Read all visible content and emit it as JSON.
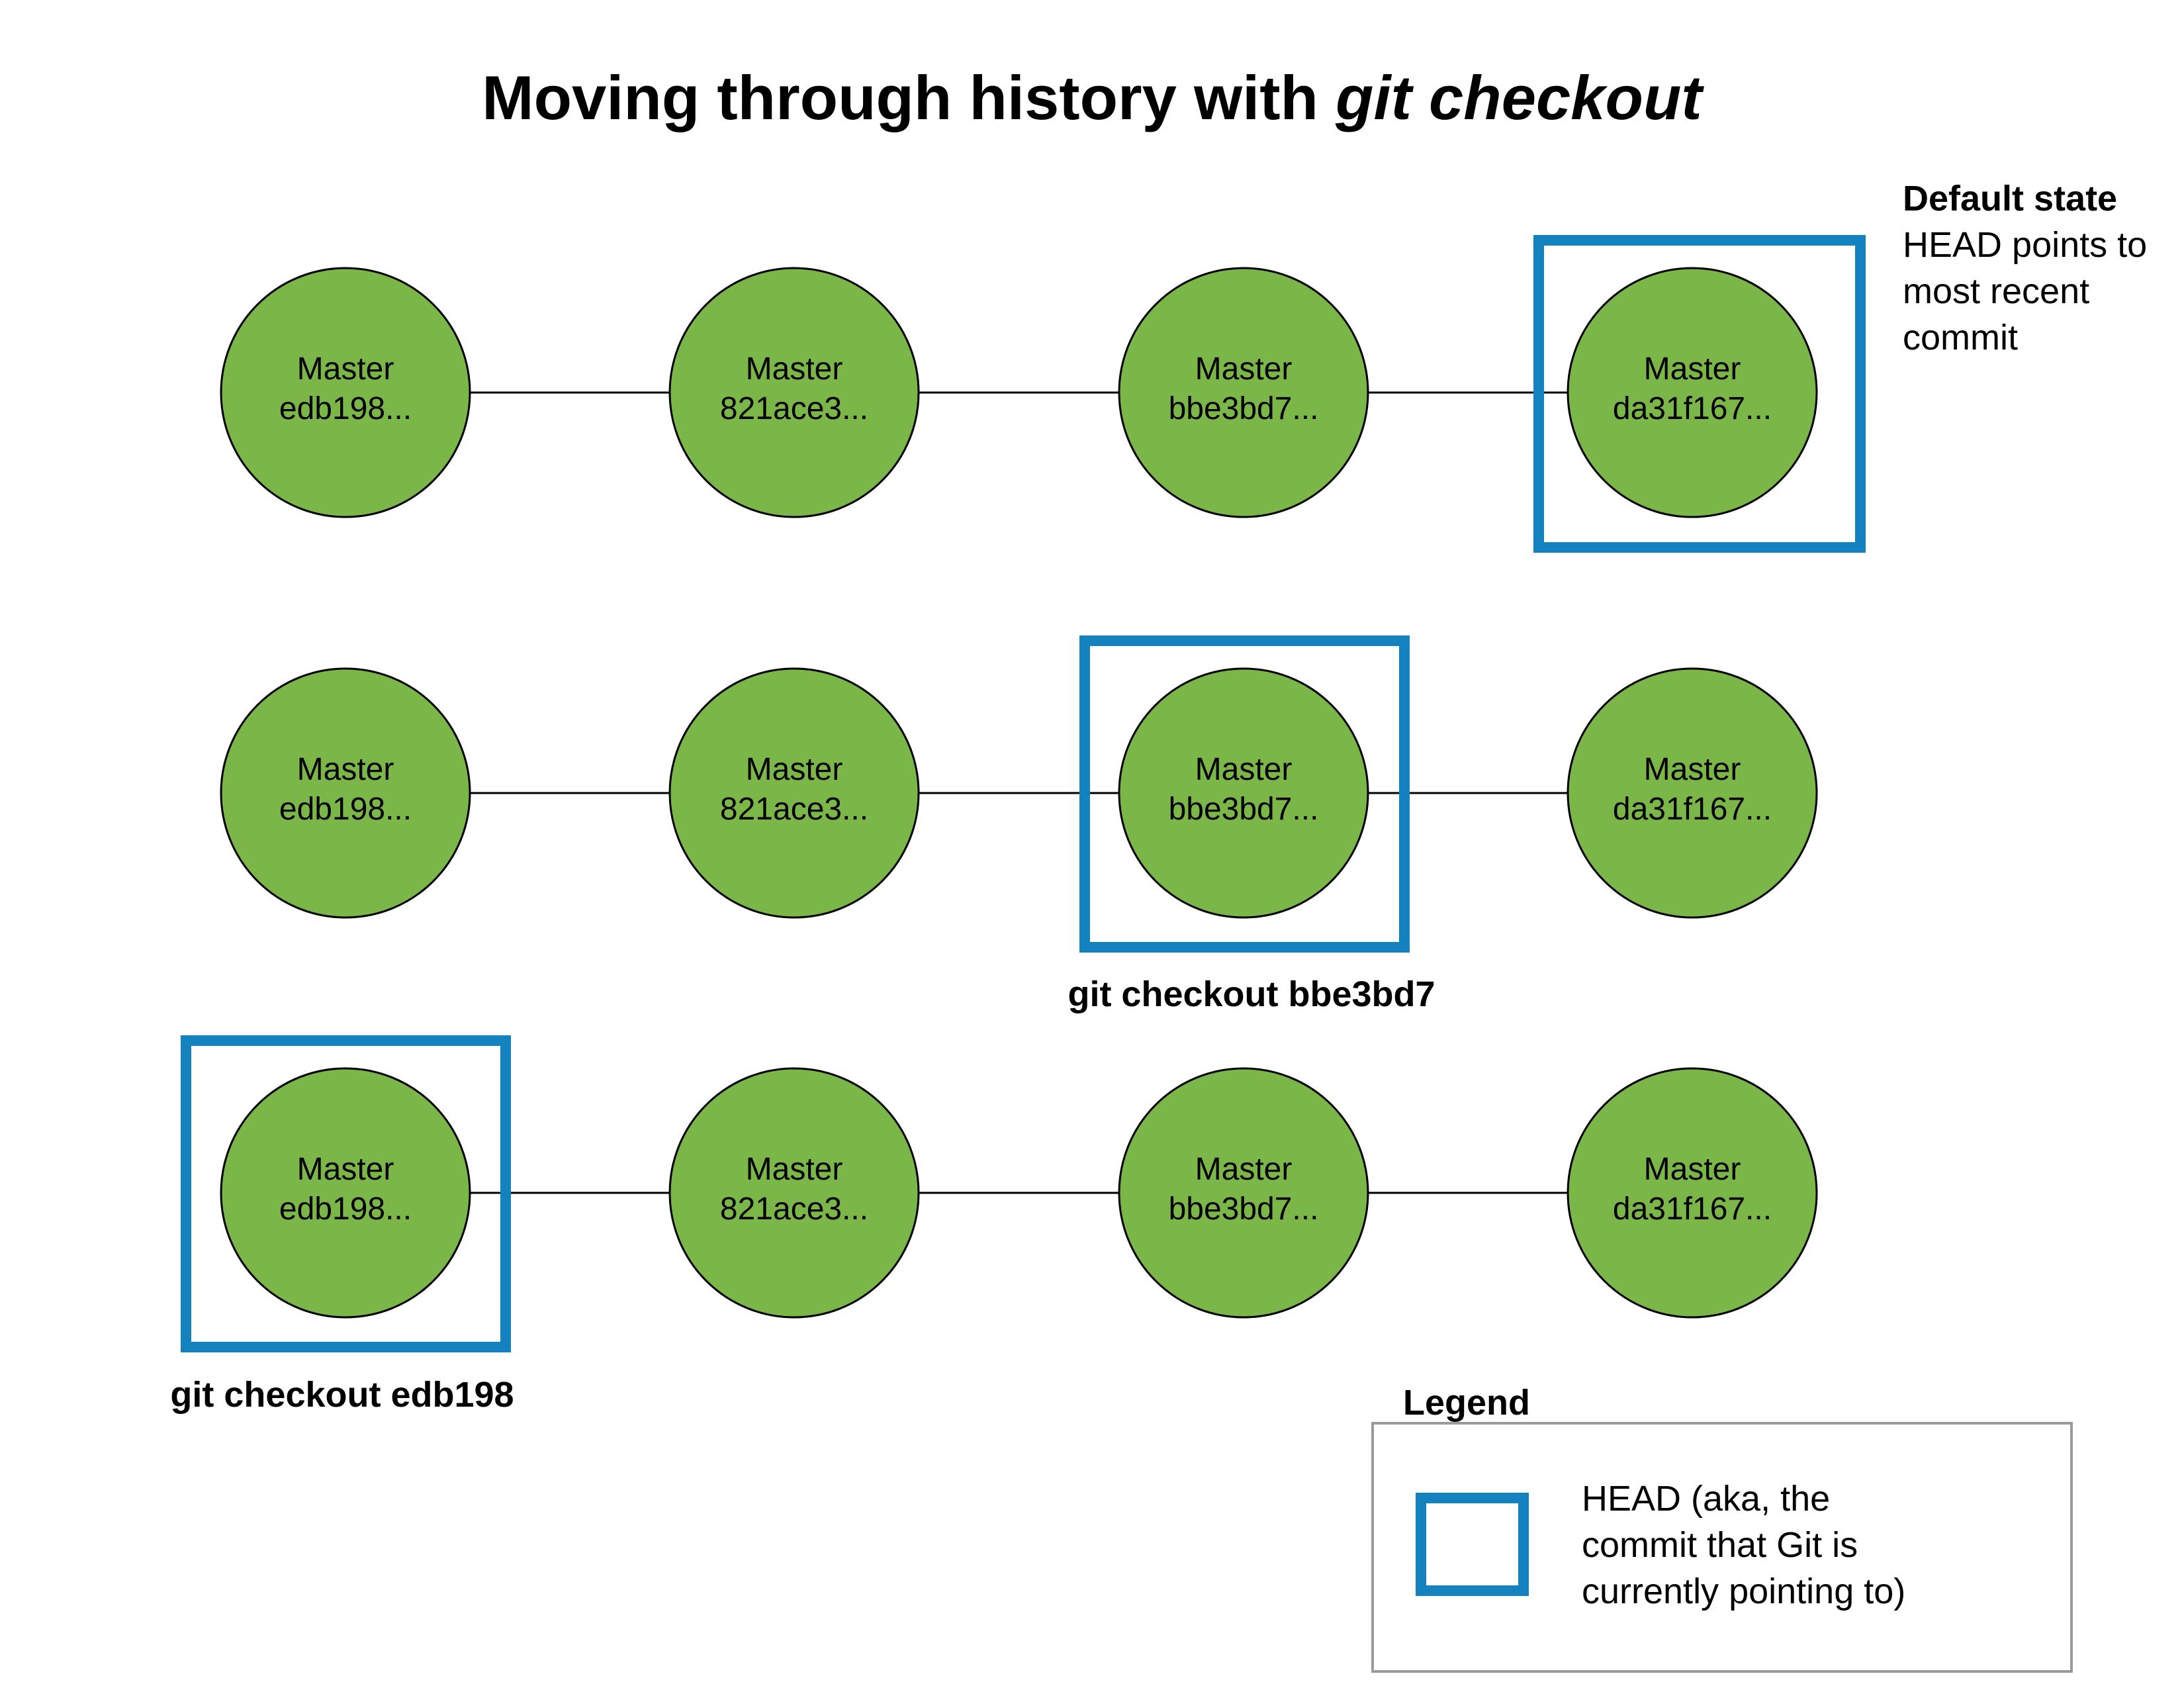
{
  "title": {
    "prefix": "Moving through history with ",
    "emphasis": "git checkout"
  },
  "colors": {
    "commit_fill": "#7ab648",
    "commit_stroke": "#000000",
    "head_box": "#1582c0",
    "line": "#000000",
    "legend_border": "#9a9a9a"
  },
  "rows": [
    {
      "commits": [
        {
          "branch": "Master",
          "hash": "edb198..."
        },
        {
          "branch": "Master",
          "hash": "821ace3..."
        },
        {
          "branch": "Master",
          "hash": "bbe3bd7..."
        },
        {
          "branch": "Master",
          "hash": "da31f167..."
        }
      ],
      "head_index": 3,
      "caption_title": "Default state",
      "caption_lines": [
        "HEAD points to",
        "most recent",
        "commit"
      ]
    },
    {
      "commits": [
        {
          "branch": "Master",
          "hash": "edb198..."
        },
        {
          "branch": "Master",
          "hash": "821ace3..."
        },
        {
          "branch": "Master",
          "hash": "bbe3bd7..."
        },
        {
          "branch": "Master",
          "hash": "da31f167..."
        }
      ],
      "head_index": 2,
      "command": "git checkout bbe3bd7"
    },
    {
      "commits": [
        {
          "branch": "Master",
          "hash": "edb198..."
        },
        {
          "branch": "Master",
          "hash": "821ace3..."
        },
        {
          "branch": "Master",
          "hash": "bbe3bd7..."
        },
        {
          "branch": "Master",
          "hash": "da31f167..."
        }
      ],
      "head_index": 0,
      "command": "git checkout edb198"
    }
  ],
  "legend": {
    "title": "Legend",
    "lines": [
      "HEAD (aka, the",
      "commit that Git is",
      "currently pointing to)"
    ]
  }
}
